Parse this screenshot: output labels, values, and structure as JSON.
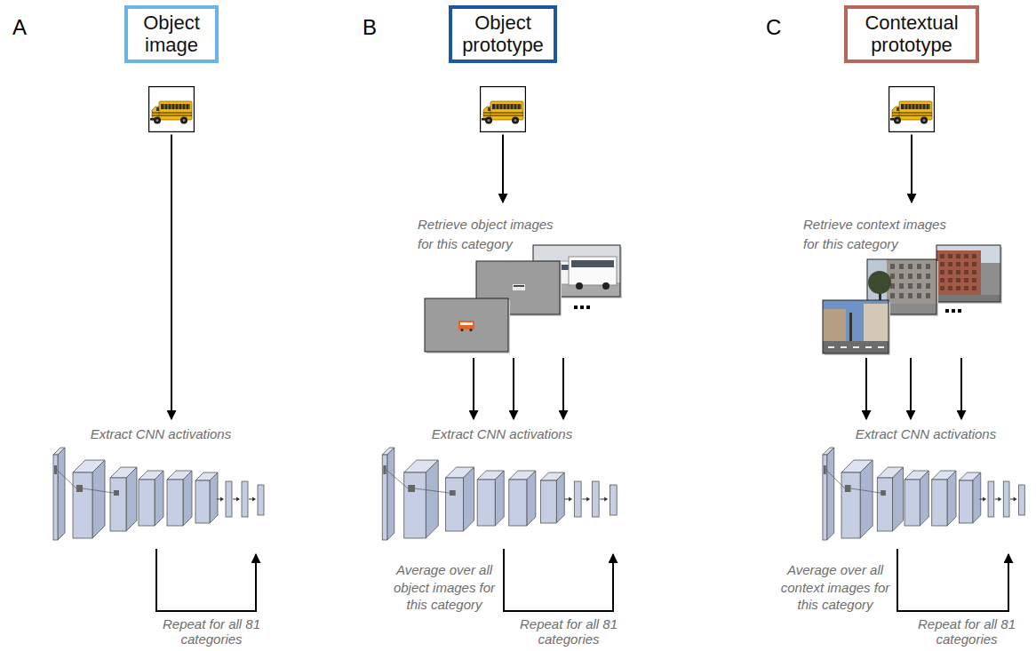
{
  "diagram": {
    "nodes": [
      {
        "text": [
          "Object image"
        ]
      },
      {
        "text": [
          "Object prototype"
        ]
      },
      {
        "text": [
          "Contextual prototype"
        ]
      },
      {
        "text": [
          "Retrieve object images for this category"
        ]
      },
      {
        "text": [
          "Retrieve context images for this category"
        ]
      },
      {
        "text": [
          "Extract CNN activations"
        ]
      },
      {
        "text": [
          "Extract CNN activations"
        ]
      },
      {
        "text": [
          "Extract CNN activations"
        ]
      }
    ],
    "edges": [
      {
        "from": 0,
        "to": 5,
        "arrow": "to"
      },
      {
        "from": 1,
        "to": 3,
        "arrow": "to"
      },
      {
        "from": 2,
        "to": 4,
        "arrow": "to"
      },
      {
        "from": 3,
        "to": 6,
        "arrow": "to"
      },
      {
        "from": 3,
        "to": 6,
        "arrow": "to"
      },
      {
        "from": 3,
        "to": 6,
        "arrow": "to"
      },
      {
        "from": 4,
        "to": 7,
        "arrow": "to"
      },
      {
        "from": 4,
        "to": 7,
        "arrow": "to"
      },
      {
        "from": 4,
        "to": 7,
        "arrow": "to"
      }
    ],
    "labels": [
      "A",
      "B",
      "C",
      "Average over all object images for this category",
      "Average over all context images for this category",
      "Repeat for all 81 categories",
      "Repeat for all 81 categories",
      "Repeat for all 81 categories"
    ]
  }
}
